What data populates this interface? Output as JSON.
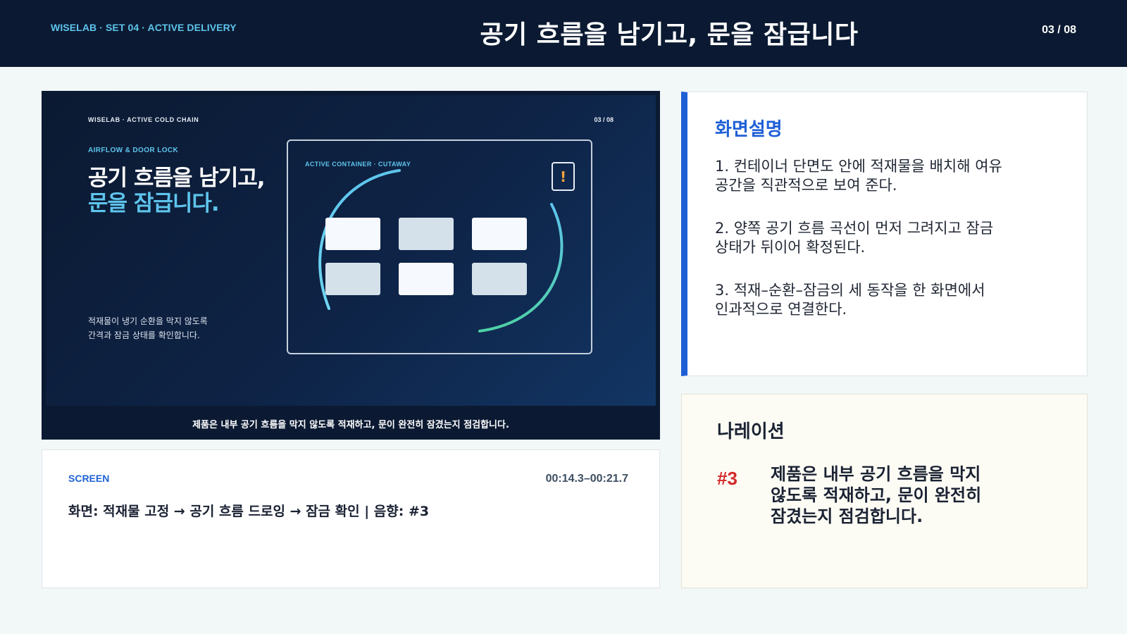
{
  "header": {
    "breadcrumb": "WISELAB · SET 04 · ACTIVE DELIVERY",
    "title": "공기 흐름을 남기고, 문을 잠급니다",
    "pager": "03 / 08"
  },
  "slide": {
    "brand": "WISELAB · ACTIVE COLD CHAIN",
    "page": "03 / 08",
    "kicker": "AIRFLOW & DOOR LOCK",
    "headline_line1": "공기 흐름을 남기고,",
    "headline_line2": "문을 잠급니다.",
    "description_line1": "적재물이 냉기 순환을 막지 않도록",
    "description_line2": "간격과 잠금 상태를 확인합니다.",
    "container_label": "ACTIVE CONTAINER · CUTAWAY",
    "alert_glyph": "!",
    "caption": "제품은 내부 공기 흐름을 막지 않도록 적재하고, 문이 완전히 잠겼는지 점검합니다.",
    "colors": {
      "accent": "#5ec4ec",
      "airflow_end": "#4fd1a5",
      "alert": "#f0a23a",
      "background": "#0b1a32"
    }
  },
  "screen_panel": {
    "tag": "SCREEN",
    "timecode": "00:14.3–00:21.7",
    "flow": "화면: 적재물 고정 → 공기 흐름 드로잉 → 잠금 확인  |  음향: #3"
  },
  "description_panel": {
    "heading": "화면설명",
    "items": [
      {
        "line1": "1. 컨테이너 단면도 안에 적재물을 배치해 여유",
        "line2": "공간을 직관적으로 보여 준다."
      },
      {
        "line1": "2. 양쪽 공기 흐름 곡선이 먼저 그려지고 잠금",
        "line2": "상태가 뒤이어 확정된다."
      },
      {
        "line1": "3. 적재–순환–잠금의 세 동작을 한 화면에서",
        "line2": "인과적으로 연결한다."
      }
    ],
    "accent_color": "#1f5fd6"
  },
  "narration_panel": {
    "heading": "나레이션",
    "number": "#3",
    "line1": "제품은 내부 공기 흐름을 막지",
    "line2": "않도록 적재하고, 문이 완전히",
    "line3": "잠겼는지 점검합니다.",
    "number_color": "#d32a2a"
  }
}
